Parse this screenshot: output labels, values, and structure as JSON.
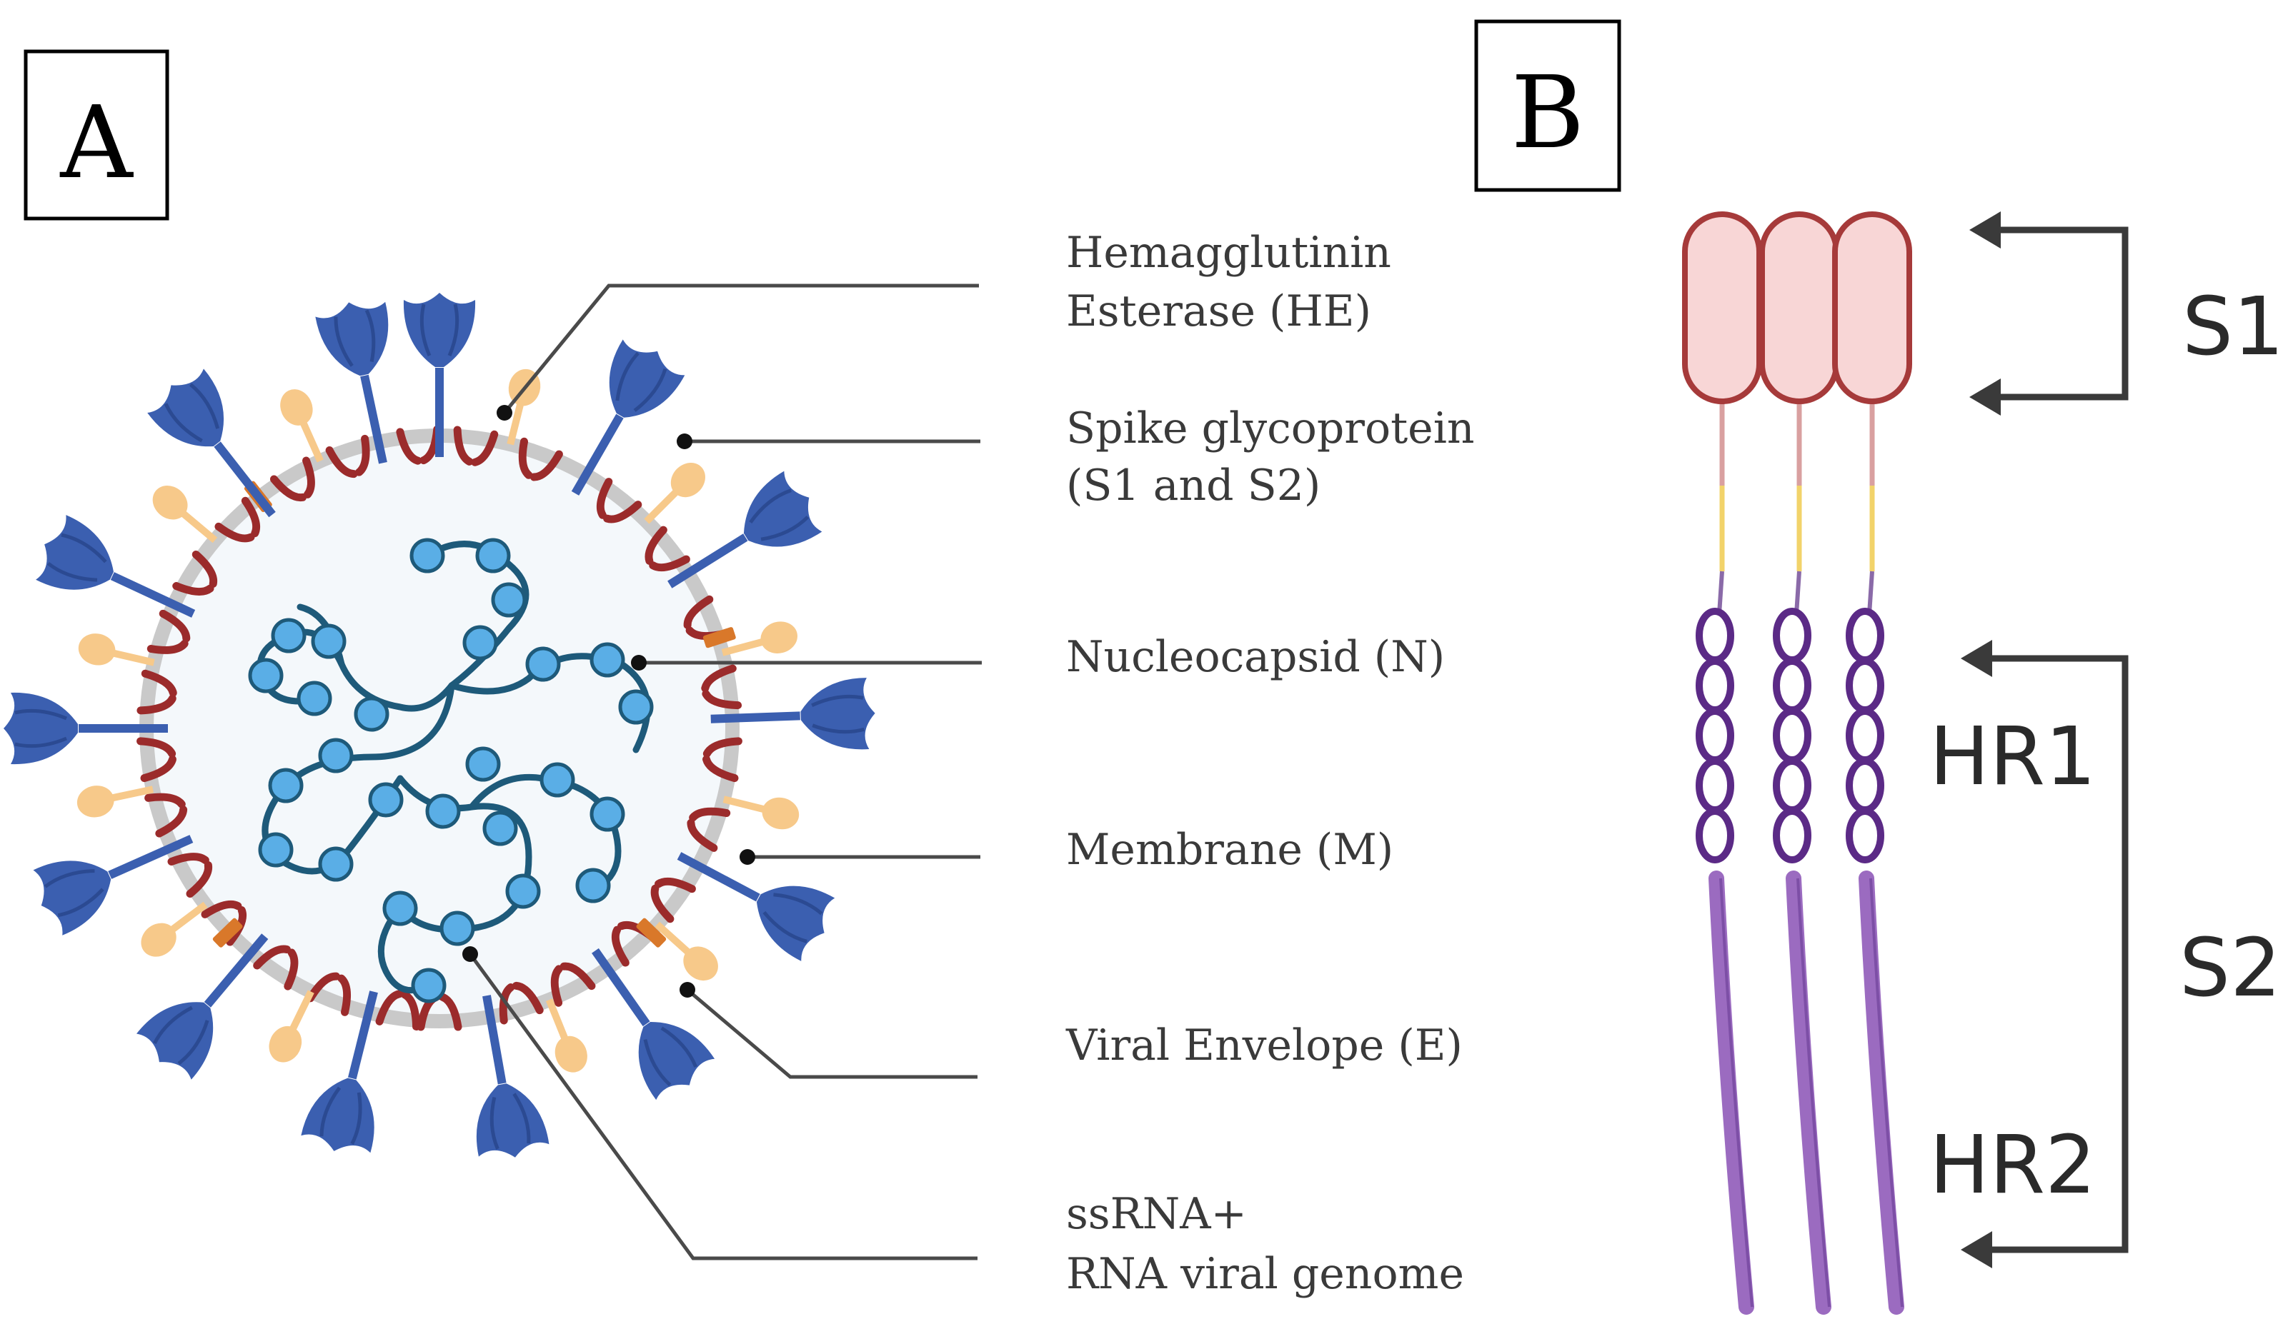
{
  "panels": {
    "a": {
      "letter": "A"
    },
    "b": {
      "letter": "B"
    }
  },
  "virus_labels": [
    {
      "id": "he",
      "lines": [
        "Hemagglutinin",
        "Esterase (HE)"
      ]
    },
    {
      "id": "spike",
      "lines": [
        "Spike glycoprotein",
        "(S1 and S2)"
      ]
    },
    {
      "id": "nucleocapsid",
      "lines": [
        "Nucleocapsid (N)"
      ]
    },
    {
      "id": "membrane",
      "lines": [
        "Membrane (M)"
      ]
    },
    {
      "id": "envelope",
      "lines": [
        "Viral Envelope (E)"
      ]
    },
    {
      "id": "genome",
      "lines": [
        "ssRNA+",
        "RNA viral genome"
      ]
    }
  ],
  "spike_labels": {
    "s1": "S1",
    "s2": "S2",
    "hr1": "HR1",
    "hr2": "HR2"
  },
  "colors": {
    "spike_protein": "#3b5fb0",
    "hemagglutinin": "#f7c98a",
    "membrane_protein": "#9b2b2b",
    "envelope_protein": "#d9782a",
    "envelope_ring": "#c9c9c9",
    "virion_fill": "#f4f8fb",
    "rna_strand": "#1e5a7a",
    "nucleocapsid_bead": "#5aaee6",
    "s1_domain_fill": "#f8d6d6",
    "s1_domain_stroke": "#a63a3a",
    "hr_coil": "#5b2a86",
    "s2_stalk": "#9b6bc0"
  }
}
